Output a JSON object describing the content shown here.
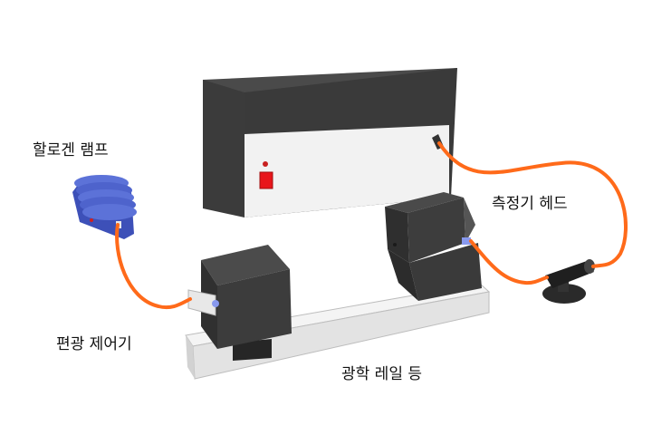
{
  "labels": {
    "halogen_lamp": "할로겐 램프",
    "polarization_controller": "편광 제어기",
    "measurement_head": "측정기 헤드",
    "optical_rail": "광학 레일 등"
  },
  "colors": {
    "background": "#ffffff",
    "fiber": "#ff6a1a",
    "box_dark": "#3a3a3a",
    "box_top": "#4a4a4a",
    "panel_light": "#f2f2f2",
    "power_button": "#e8161b",
    "lamp_blue": "#4a5fc7",
    "rail_light": "#ebebeb"
  }
}
